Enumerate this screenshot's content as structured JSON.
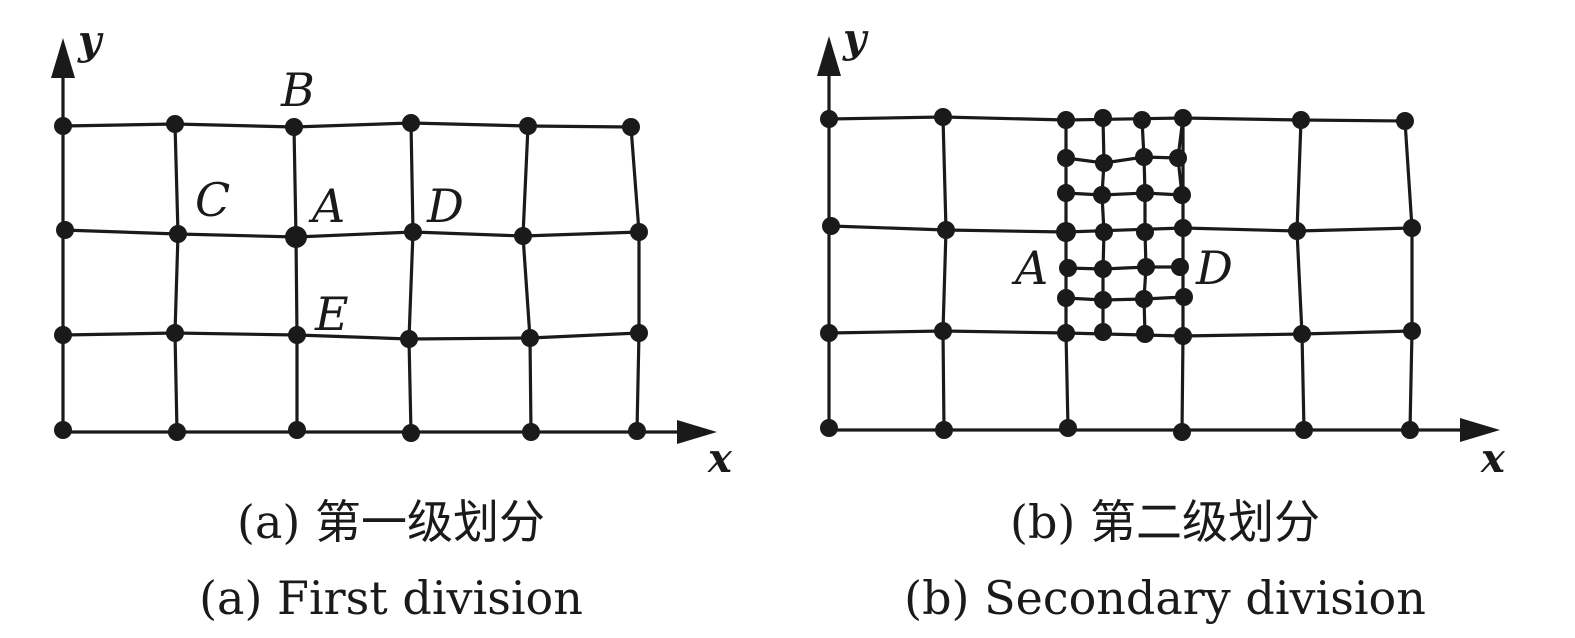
{
  "axes": {
    "x_label": "x",
    "y_label": "y"
  },
  "panel_a": {
    "caption_cn": "(a) 第一级划分",
    "caption_en": "(a) First division",
    "labels": {
      "B": "B",
      "C": "C",
      "A": "A",
      "D": "D",
      "E": "E"
    }
  },
  "panel_b": {
    "caption_cn": "(b) 第二级划分",
    "caption_en": "(b) Secondary division",
    "labels": {
      "A": "A",
      "D": "D"
    }
  },
  "colors": {
    "ink": "#1a1a1a",
    "background": "#ffffff"
  }
}
